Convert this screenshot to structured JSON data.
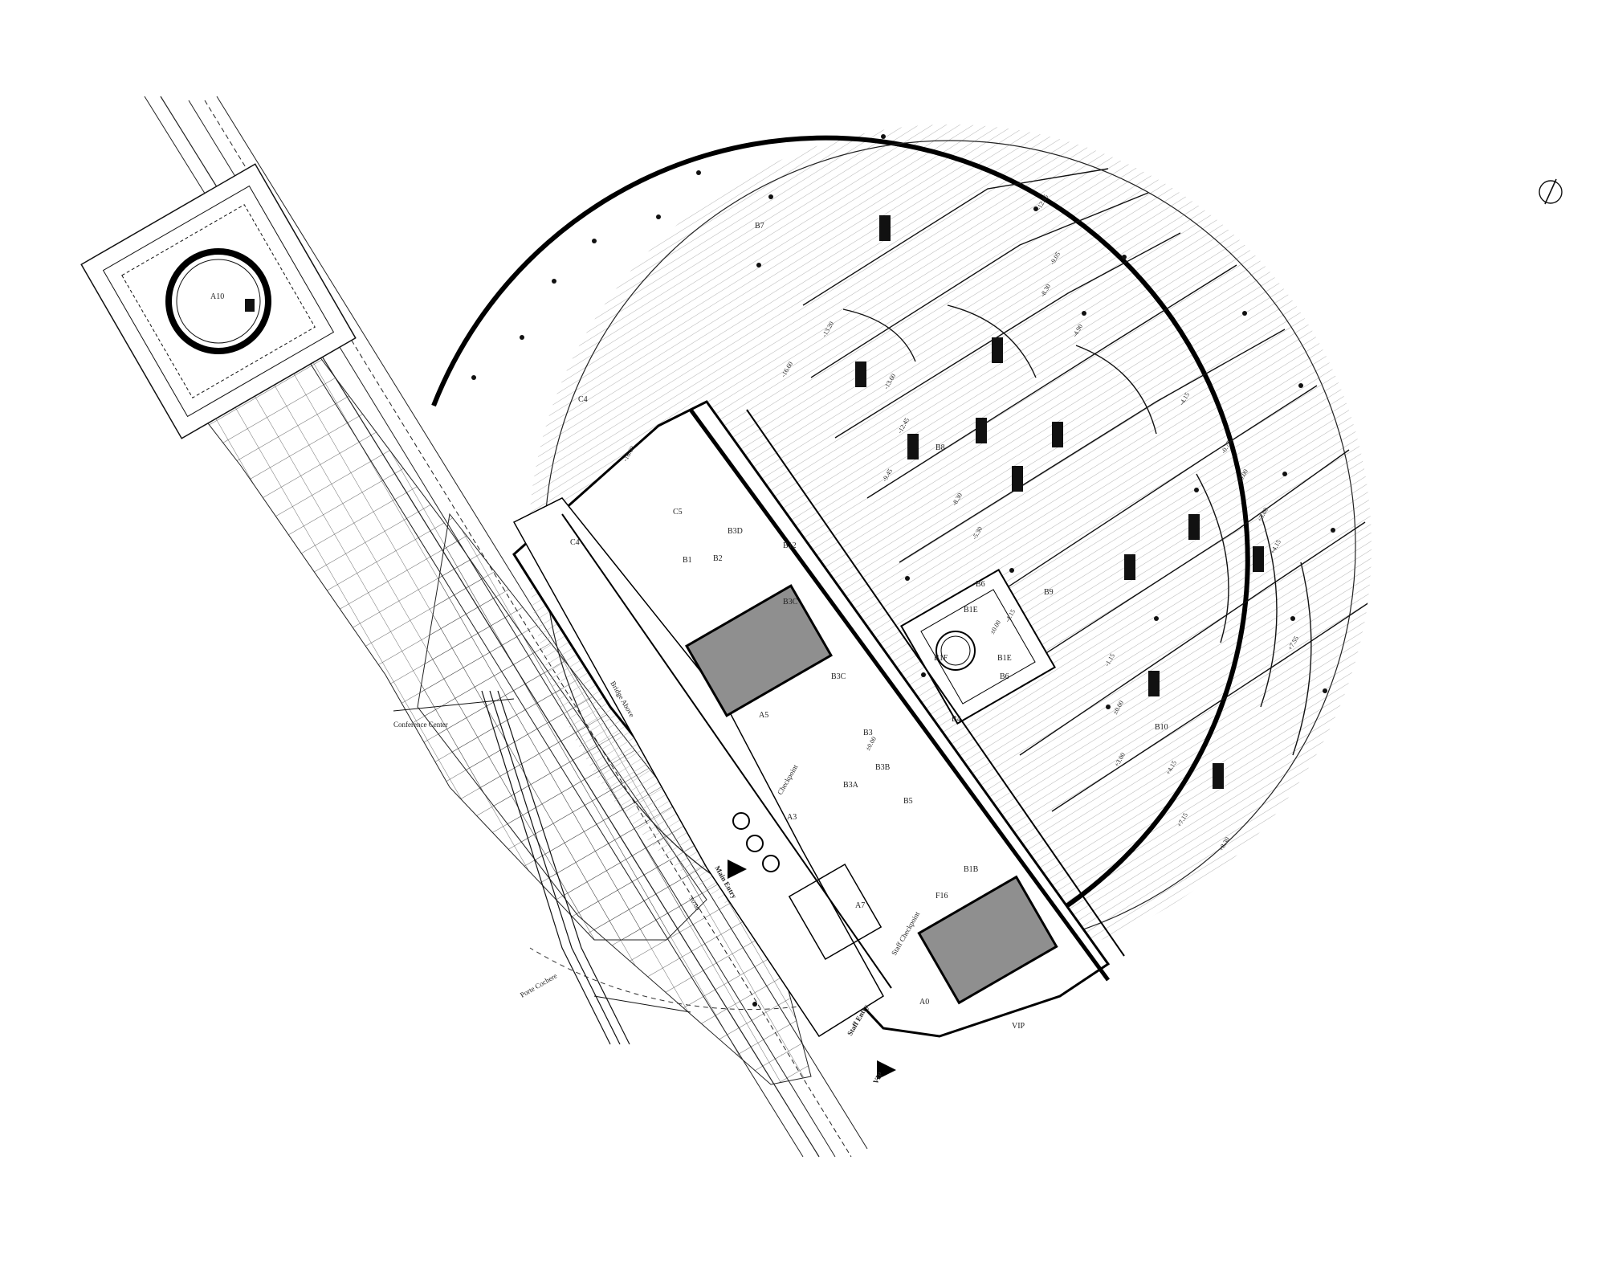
{
  "drawing": {
    "north_symbol": "north-arrow-circle",
    "colors": {
      "line": "#111111",
      "hatch": "#9a9a9a",
      "fill_gray": "#8f8f8f",
      "paper": "#ffffff"
    }
  },
  "rooms": {
    "a10": "A10",
    "b7": "B7",
    "c4": "C4",
    "c4b": "C4",
    "c5": "C5",
    "b1": "B1",
    "b2": "B2",
    "b3d": "B3D",
    "b3c": "B3C",
    "b3c2": "B3C",
    "b12": "B12",
    "a5": "A5",
    "b3": "B3",
    "b3b": "B3B",
    "b3a": "B3A",
    "b5": "B5",
    "a3": "A3",
    "a7": "A7",
    "a0": "A0",
    "vip": "VIP",
    "b1b": "B1B",
    "f16": "F16",
    "b6": "B6",
    "b6b": "B6",
    "b1e": "B1E",
    "b1f": "B1F",
    "b1e2": "B1E",
    "b4": "B4",
    "b8": "B8",
    "b9": "B9",
    "b10": "B10"
  },
  "places": {
    "conference_center": "Conference Center",
    "porte_cochere": "Porte Cochere",
    "checkpoint": "Checkpoint",
    "staff_checkpoint": "Staff Checkpoint",
    "staff_entry": "Staff Entry",
    "bridge_above": "Bridge Above",
    "main_entry": "Main Entry",
    "vip_entry": "VIP"
  },
  "levels": {
    "l1": "-12.45",
    "l2": "-9.05",
    "l3": "-8.30",
    "l4": "-4.90",
    "l5": "-13.20",
    "l6": "-16.60",
    "l7": "-13.60",
    "l8": "-16.60",
    "l9": "-12.45",
    "l10": "-9.45",
    "l11": "-8.30",
    "l12": "-5.30",
    "l13": "-4.15",
    "l14": "-0.75",
    "l15": "±0.00",
    "l16": "+3.80",
    "l17": "+4.15",
    "l18": "+7.55",
    "l19": "-4.15",
    "l20": "-1.15",
    "l21": "±0.00",
    "l22": "+3.00",
    "l23": "+4.15",
    "l24": "+7.15",
    "l25": "+8.30",
    "l26": "±0.00",
    "l27": "±0.00",
    "l28": "±0.00"
  }
}
